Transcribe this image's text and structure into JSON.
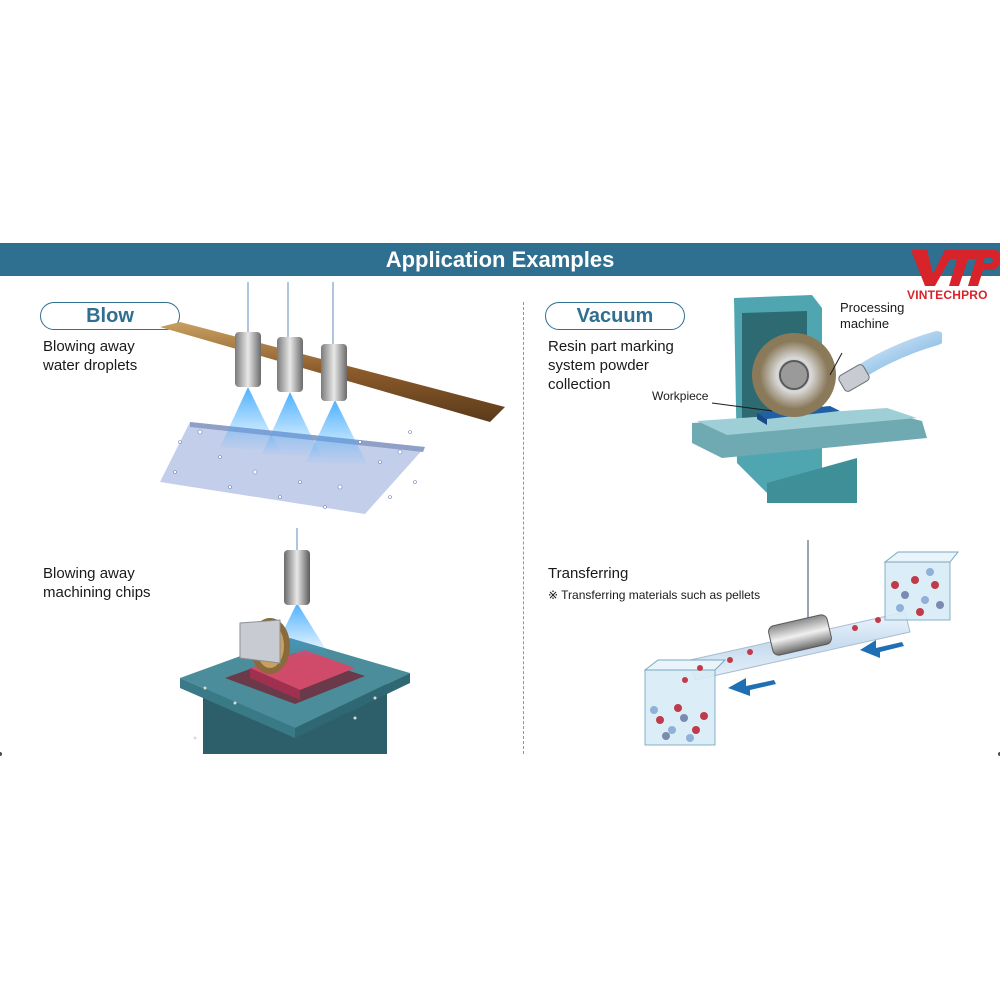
{
  "header": {
    "title": "Application Examples"
  },
  "logo": {
    "name": "VTP",
    "text": "VINTECHPRO",
    "color": "#d8232a"
  },
  "colors": {
    "banner": "#2f6f8f",
    "pill_border": "#2f6f8f",
    "arrow": "#1f6fb5"
  },
  "blow": {
    "label": "Blow",
    "examples": [
      {
        "caption": "Blowing away\nwater droplets"
      },
      {
        "caption": "Blowing away\nmachining chips"
      }
    ]
  },
  "vacuum": {
    "label": "Vacuum",
    "examples": [
      {
        "caption": "Resin part marking\nsystem powder\ncollection",
        "callouts": [
          "Processing\nmachine",
          "Workpiece"
        ]
      },
      {
        "caption": "Transferring",
        "note": "※ Transferring materials such as pellets"
      }
    ]
  }
}
